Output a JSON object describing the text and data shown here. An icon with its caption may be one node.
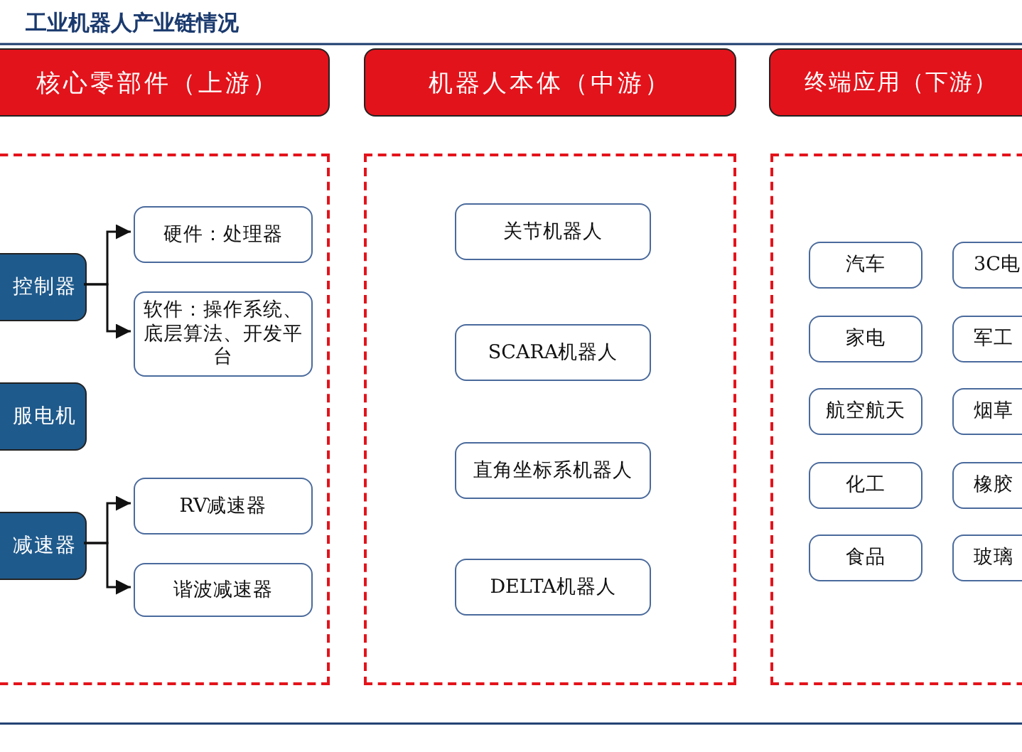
{
  "diagram": {
    "title": "工业机器人产业链情况",
    "nodes": [
      {
        "text": [
          "核心零部件（上游）"
        ]
      },
      {
        "text": [
          "机器人本体（中游）"
        ]
      },
      {
        "text": [
          "终端应用（下游）"
        ]
      },
      {
        "text": [],
        "shape": "box"
      },
      {
        "text": [
          "控制器"
        ],
        "in": 3
      },
      {
        "text": [
          "硬件：处理器"
        ],
        "in": 3
      },
      {
        "text": [
          "软件：操作系统、底层算法、开发平台"
        ],
        "in": 3
      },
      {
        "text": [
          "服电机"
        ],
        "in": 3
      },
      {
        "text": [
          "减速器"
        ],
        "in": 3
      },
      {
        "text": [
          "RV减速器"
        ],
        "in": 3
      },
      {
        "text": [
          "谐波减速器"
        ],
        "in": 3
      },
      {
        "text": [],
        "shape": "box"
      },
      {
        "text": [
          "关节机器人"
        ],
        "in": 11
      },
      {
        "text": [
          "SCARA机器人"
        ],
        "in": 11
      },
      {
        "text": [
          "直角坐标系机器人"
        ],
        "in": 11
      },
      {
        "text": [
          "DELTA机器人"
        ],
        "in": 11
      },
      {
        "text": [],
        "shape": "box"
      },
      {
        "text": [
          "汽车"
        ],
        "in": 16
      },
      {
        "text": [
          "3C电"
        ],
        "in": 16
      },
      {
        "text": [
          "家电"
        ],
        "in": 16
      },
      {
        "text": [
          "军工"
        ],
        "in": 16
      },
      {
        "text": [
          "航空航天"
        ],
        "in": 16
      },
      {
        "text": [
          "烟草"
        ],
        "in": 16
      },
      {
        "text": [
          "化工"
        ],
        "in": 16
      },
      {
        "text": [
          "橡胶"
        ],
        "in": 16
      },
      {
        "text": [
          "食品"
        ],
        "in": 16
      },
      {
        "text": [
          "玻璃"
        ],
        "in": 16
      }
    ],
    "edges": [
      {
        "from": 4,
        "to": 5,
        "arrow": "to"
      },
      {
        "from": 4,
        "to": 6,
        "arrow": "to"
      },
      {
        "from": 8,
        "to": 9,
        "arrow": "to"
      },
      {
        "from": 8,
        "to": 10,
        "arrow": "to"
      }
    ]
  }
}
